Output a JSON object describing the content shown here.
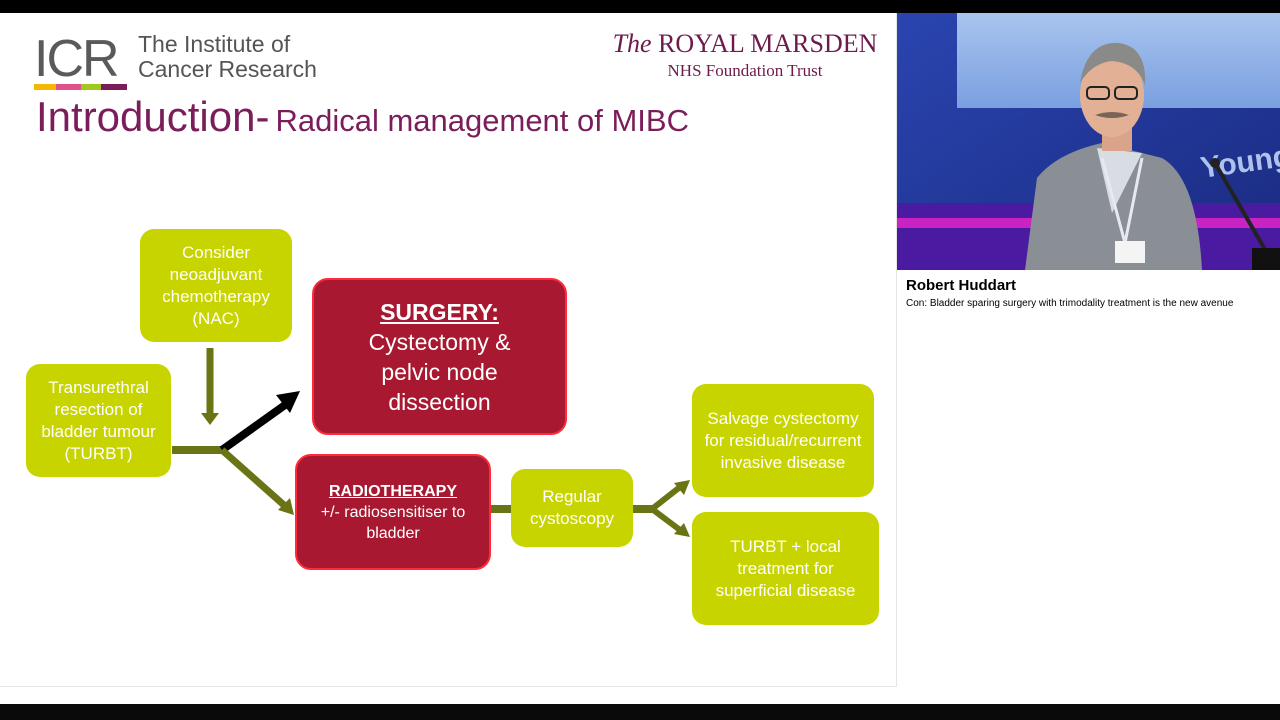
{
  "slide": {
    "icr_logo": {
      "mark": "ICR",
      "name_line1": "The Institute of",
      "name_line2": "Cancer Research",
      "stripe_colors": [
        "#f5b800",
        "#e0508a",
        "#a0c81e",
        "#7a1d5a"
      ]
    },
    "rm_logo": {
      "the": "The",
      "name": "ROYAL MARSDEN",
      "trust": "NHS Foundation Trust"
    },
    "title": {
      "main": "Introduction-",
      "sub": "Radical management of MIBC"
    },
    "flow": {
      "turbt": "Transurethral resection of bladder tumour (TURBT)",
      "nac": "Consider neoadjuvant chemotherapy (NAC)",
      "surgery_heading": "SURGERY:",
      "surgery_body": "Cystectomy & pelvic node dissection",
      "radiotherapy_heading": "RADIOTHERAPY",
      "radiotherapy_body": "+/- radiosensitiser to bladder",
      "cystoscopy": "Regular cystoscopy",
      "salvage": "Salvage cystectomy for residual/recurrent invasive disease",
      "local": "TURBT + local treatment for superficial disease"
    },
    "colors": {
      "green_box": "#c8d400",
      "red_box": "#a81931",
      "red_border": "#ff2a3a",
      "arrow_olive": "#6b7414",
      "title": "#7a1d5a"
    }
  },
  "speaker": {
    "name": "Robert Huddart",
    "talk": "Con: Bladder sparing surgery with trimodality treatment is the new avenue",
    "video_backdrop_text": "Young"
  }
}
